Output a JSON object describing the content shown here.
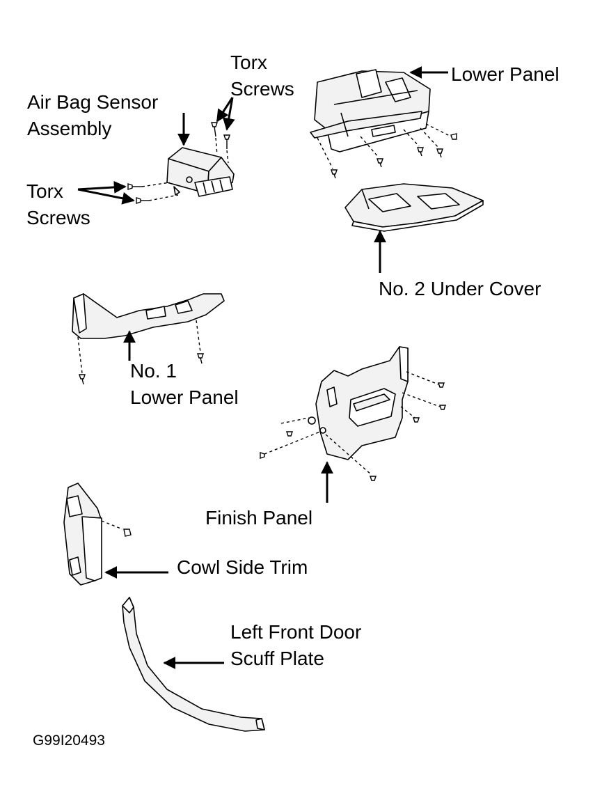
{
  "labels": {
    "torx_screws_top_1": "Torx",
    "torx_screws_top_2": "Screws",
    "air_bag_1": "Air Bag Sensor",
    "air_bag_2": "Assembly",
    "torx_screws_left_1": "Torx",
    "torx_screws_left_2": "Screws",
    "lower_panel": "Lower Panel",
    "no2_under_cover": "No. 2 Under Cover",
    "no1_lower_panel_1": "No. 1",
    "no1_lower_panel_2": "Lower Panel",
    "finish_panel": "Finish Panel",
    "cowl_side_trim": "Cowl Side Trim",
    "scuff_plate_1": "Left Front Door",
    "scuff_plate_2": "Scuff Plate"
  },
  "figure_code": "G99I20493",
  "colors": {
    "ink": "#000000",
    "part_fill": "#f2f2f2",
    "background": "#ffffff"
  }
}
